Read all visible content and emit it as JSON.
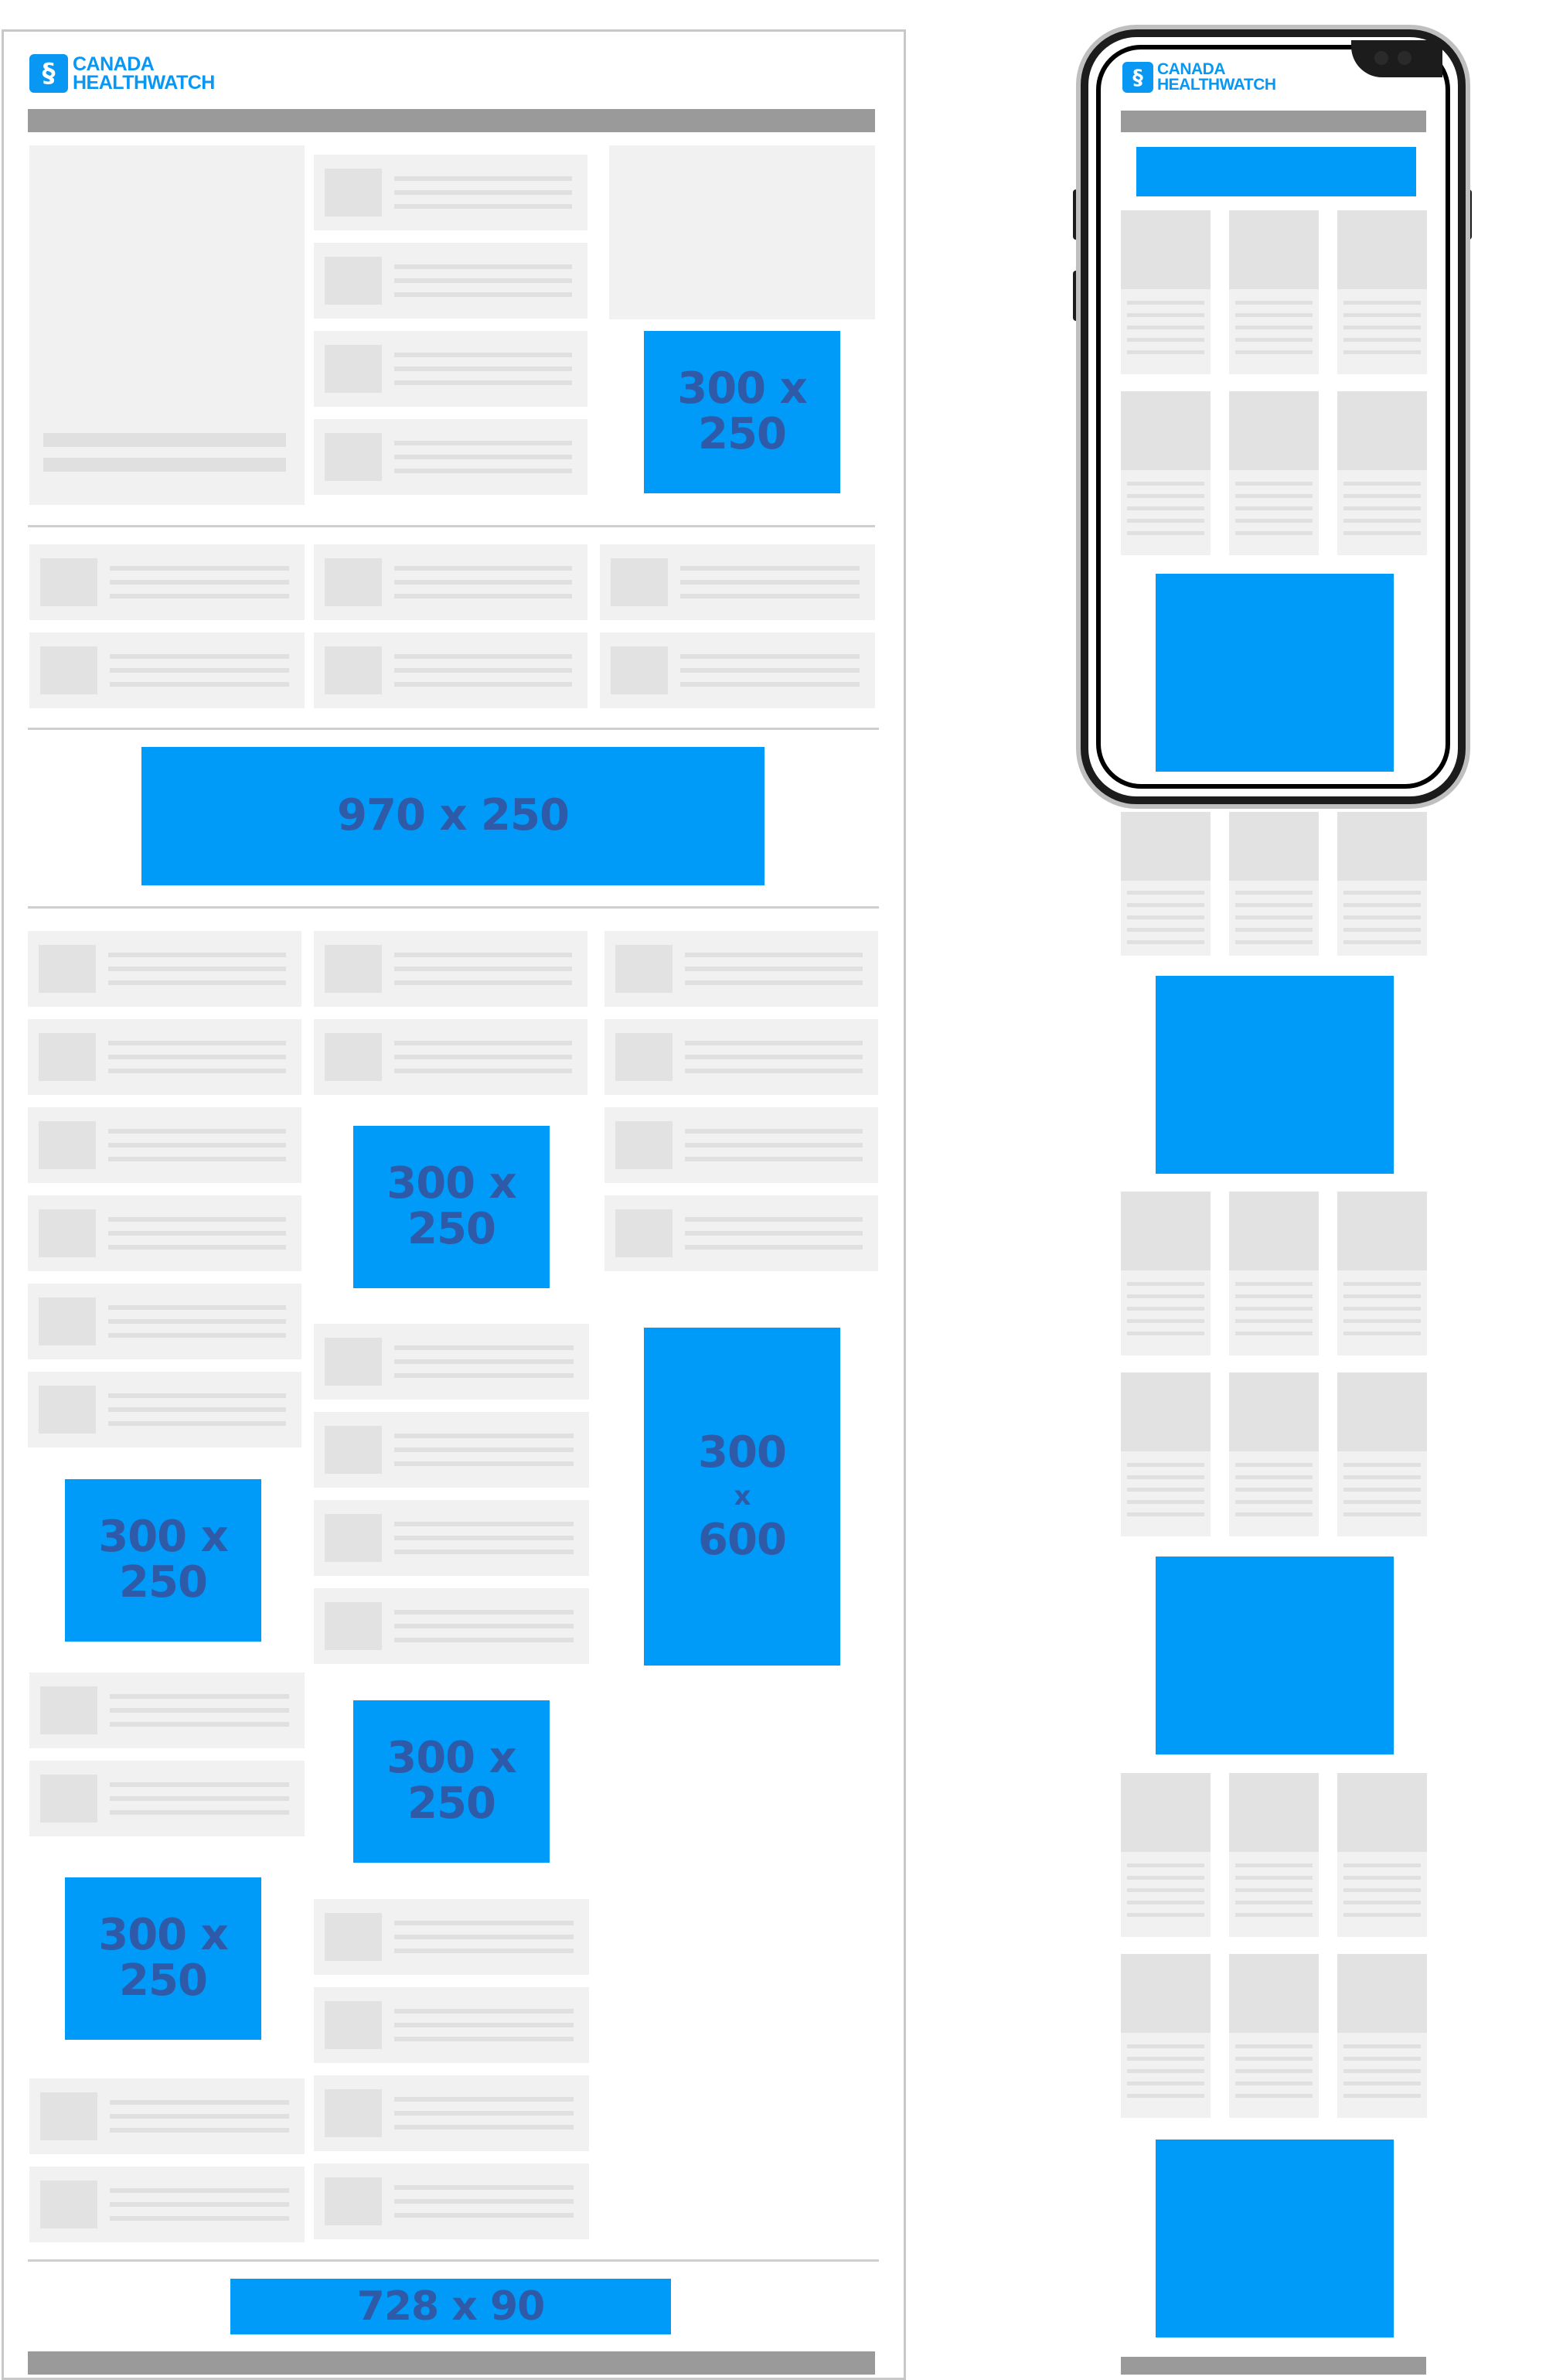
{
  "logo": {
    "line1": "CANADA",
    "line2": "HEALTHWATCH",
    "icon": "caduceus-logo-icon"
  },
  "ads": {
    "top_right": [
      "300 x",
      "250"
    ],
    "leaderboard": "970 x 250",
    "mid_center": [
      "300 x",
      "250"
    ],
    "skyscraper": [
      "300",
      "x",
      "600"
    ],
    "left_a": [
      "300 x",
      "250"
    ],
    "center_b": [
      "300 x",
      "250"
    ],
    "left_b": [
      "300 x",
      "250"
    ],
    "footer": "728 x 90"
  },
  "colors": {
    "ad_fill": "#009bf9",
    "ad_text": "#2e5aa8",
    "brand": "#0897f2",
    "placeholder": "#f1f1f1",
    "bar": "#9a9a9a"
  }
}
